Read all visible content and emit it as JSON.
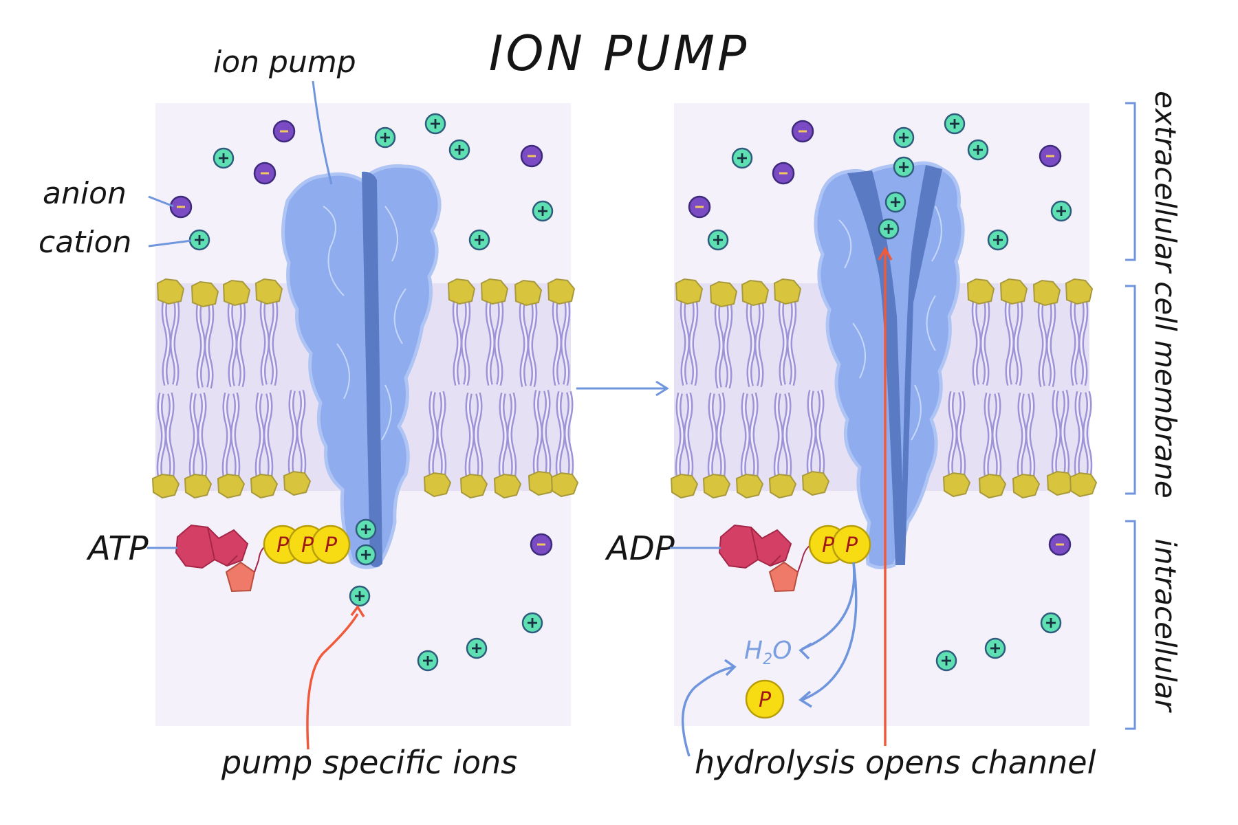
{
  "title": "ION PUMP",
  "labels": {
    "ion_pump": "ion pump",
    "anion": "anion",
    "cation": "cation",
    "atp": "ATP",
    "adp": "ADP",
    "pump_specific_ions": "pump specific ions",
    "hydrolysis_opens_channel": "hydrolysis opens channel",
    "water_h": "H",
    "water_sub": "2",
    "water_o": "O",
    "phosphate": "P",
    "minus_sign": "−",
    "plus_sign": "+"
  },
  "regions": {
    "extracellular": "extracellular",
    "cell_membrane": "cell membrane",
    "intracellular": "intracellular"
  },
  "colors": {
    "panel": "#f4f1fb",
    "membrane_band": "#e6e0f5",
    "lipid_head": "#d9c43e",
    "lipid_tail": "#b5ade0",
    "protein": "#8fadee",
    "protein_channel": "#5a7bc4",
    "cation_fill": "#5ee0b2",
    "anion_fill": "#7b4bc4",
    "phosphate_fill": "#f7dc14",
    "adenine": "#d43f66",
    "ribose": "#ef7a6a",
    "label_line": "#6f95dd",
    "highlight_arrow": "#f05a3a"
  },
  "icons": [
    "cation-icon",
    "anion-icon",
    "phosphate-icon",
    "adenine-icon",
    "ribose-icon",
    "lipid-icon",
    "ion-pump-protein-icon"
  ]
}
